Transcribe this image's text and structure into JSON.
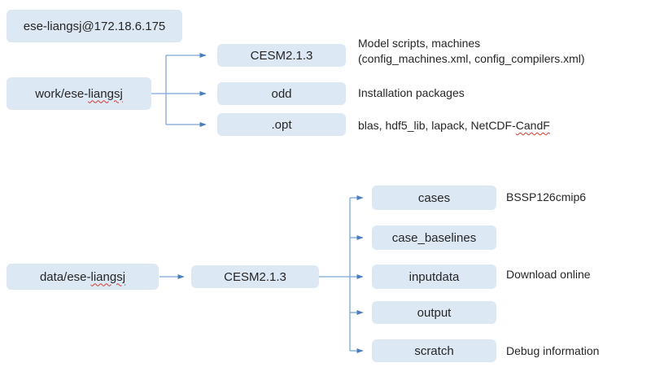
{
  "colors": {
    "box_bg": "#dce8f4",
    "text": "#262626",
    "connector": "#7ba7d7",
    "arrowhead": "#4a7dbd",
    "misspell": "#d83b2d"
  },
  "host": {
    "label": "ese-liangsj@172.18.6.175"
  },
  "work_section": {
    "root": {
      "prefix": "work/ese-",
      "flagged": "liangsj"
    },
    "nodes": {
      "cesm": "CESM2.1.3",
      "odd": "odd",
      "opt": ".opt"
    },
    "notes": {
      "cesm_line1": "Model scripts, machines",
      "cesm_line2": "(config_machines.xml, config_compilers.xml)",
      "odd": "Installation packages",
      "opt_prefix": "blas, hdf5_lib, lapack, NetCDF-",
      "opt_flagged": "CandF"
    }
  },
  "data_section": {
    "root": {
      "prefix": "data/ese-",
      "flagged": "liangsj"
    },
    "cesm": "CESM2.1.3",
    "nodes": {
      "cases": "cases",
      "case_baselines": "case_baselines",
      "inputdata": "inputdata",
      "output": "output",
      "scratch": "scratch"
    },
    "notes": {
      "cases": "BSSP126cmip6",
      "inputdata": "Download online",
      "scratch": "Debug information"
    }
  }
}
